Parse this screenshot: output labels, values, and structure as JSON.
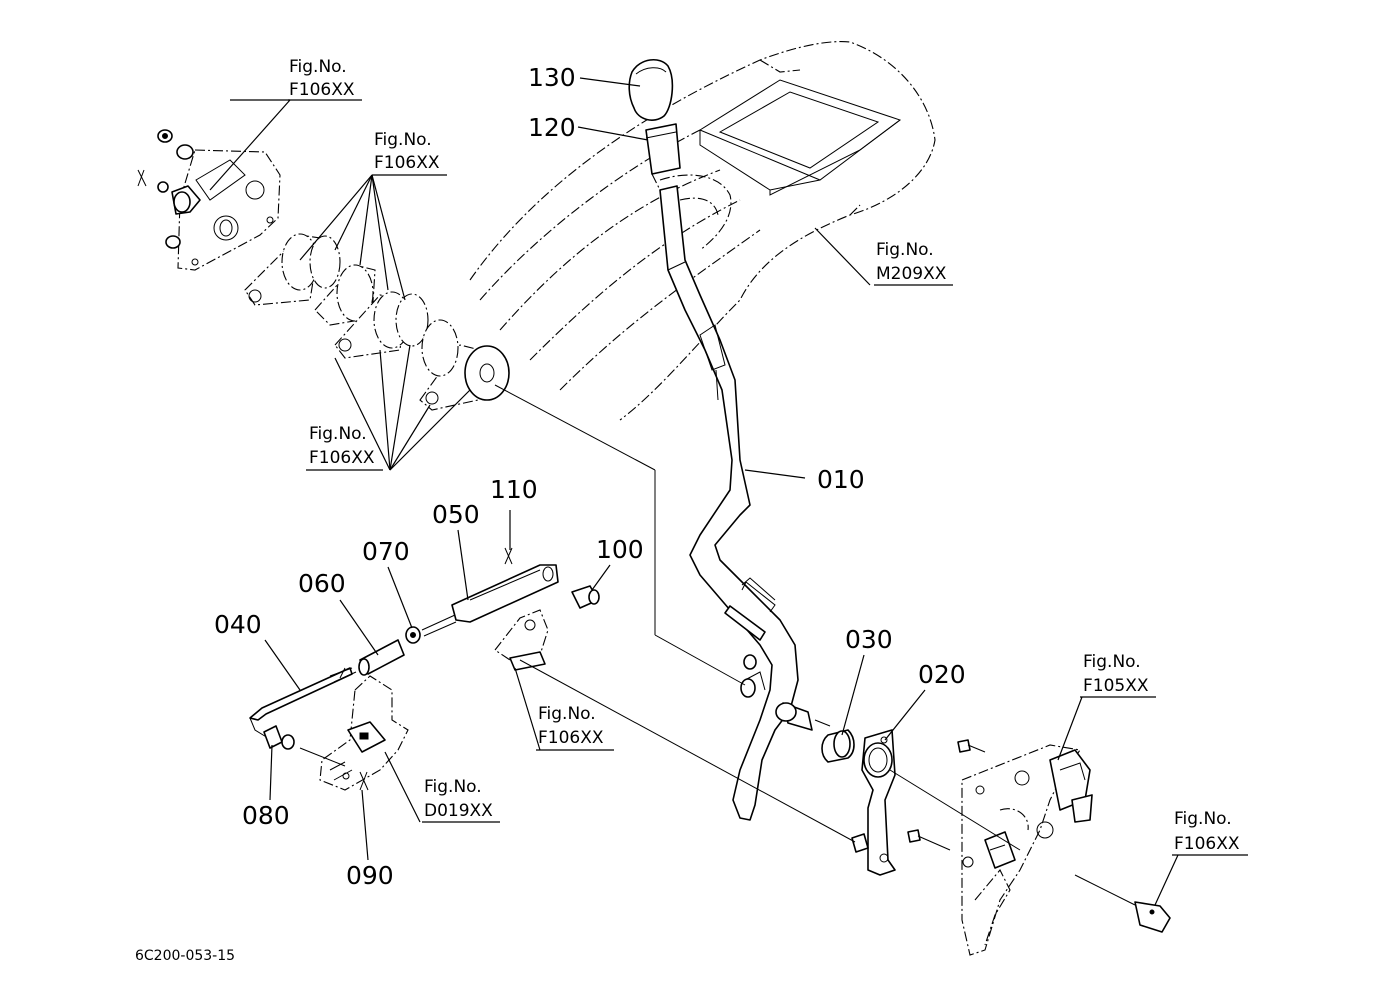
{
  "diagram_code": "6C200-053-15",
  "parts": {
    "p010": "010",
    "p020": "020",
    "p030": "030",
    "p040": "040",
    "p050": "050",
    "p060": "060",
    "p070": "070",
    "p080": "080",
    "p090": "090",
    "p100": "100",
    "p110": "110",
    "p120": "120",
    "p130": "130"
  },
  "fig_refs": {
    "label": "Fig.No.",
    "top_left": "F106XX",
    "top_mid": "F106XX",
    "mid_left": "F106XX",
    "console": "M209XX",
    "lower_mid": "F106XX",
    "lower_left": "D019XX",
    "right_upper": "F105XX",
    "right_lower": "F106XX"
  }
}
